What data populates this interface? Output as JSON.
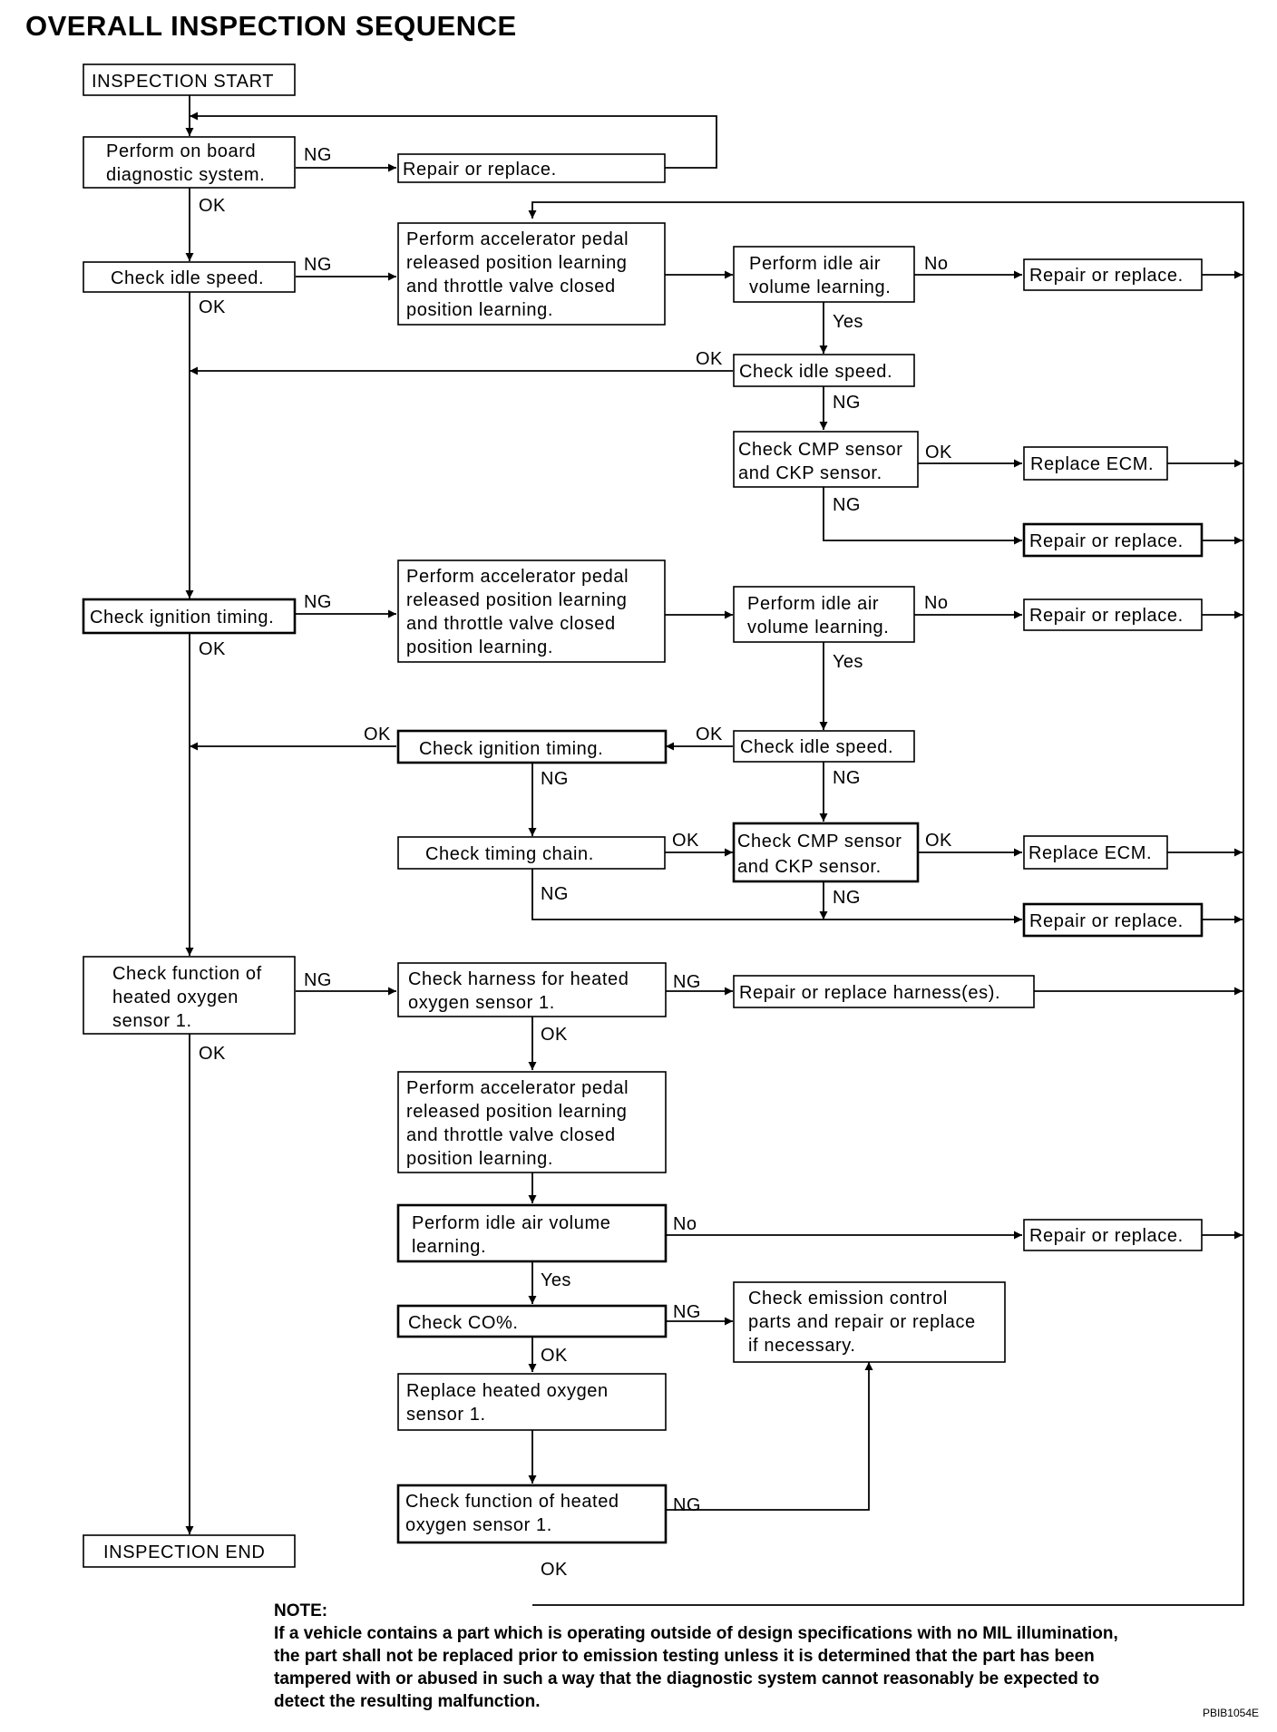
{
  "title": "OVERALL INSPECTION SEQUENCE",
  "boxes": {
    "inspection_start": [
      "INSPECTION START"
    ],
    "obd": [
      "Perform on board",
      "diagnostic system."
    ],
    "repair_top": [
      "Repair or replace."
    ],
    "check_idle_1": [
      "Check idle speed."
    ],
    "accel_learn_1": [
      "Perform accelerator pedal",
      "released position learning",
      "and throttle valve closed",
      "position learning."
    ],
    "idle_air_1": [
      "Perform idle air",
      "volume learning."
    ],
    "repair_1": [
      "Repair or replace."
    ],
    "check_idle_2": [
      "Check idle speed."
    ],
    "cmp_ckp_1": [
      "Check CMP sensor",
      "and CKP sensor."
    ],
    "replace_ecm_1": [
      "Replace ECM."
    ],
    "repair_2": [
      "Repair or replace."
    ],
    "check_ign_1": [
      "Check ignition timing."
    ],
    "accel_learn_2": [
      "Perform accelerator pedal",
      "released position learning",
      "and throttle valve closed",
      "position learning."
    ],
    "idle_air_2": [
      "Perform idle air",
      "volume learning."
    ],
    "repair_3": [
      "Repair or replace."
    ],
    "check_ign_2": [
      "Check ignition timing."
    ],
    "check_idle_3": [
      "Check idle speed."
    ],
    "timing_chain": [
      "Check timing chain."
    ],
    "cmp_ckp_2": [
      "Check CMP sensor",
      "and CKP sensor."
    ],
    "replace_ecm_2": [
      "Replace ECM."
    ],
    "repair_4": [
      "Repair or replace."
    ],
    "check_ho2s_1": [
      "Check function of",
      "heated oxygen",
      "sensor 1."
    ],
    "check_harness": [
      "Check harness for heated",
      "oxygen sensor 1."
    ],
    "repair_harness": [
      "Repair or replace harness(es)."
    ],
    "accel_learn_3": [
      "Perform accelerator pedal",
      "released position learning",
      "and throttle valve closed",
      "position learning."
    ],
    "idle_air_3": [
      "Perform idle air volume",
      "learning."
    ],
    "repair_5": [
      "Repair or replace."
    ],
    "check_co": [
      "Check CO%."
    ],
    "emission": [
      "Check emission control",
      "parts and repair or replace",
      "if necessary."
    ],
    "replace_ho2s": [
      "Replace heated oxygen",
      "sensor 1."
    ],
    "check_ho2s_2": [
      "Check function of heated",
      "oxygen sensor 1."
    ],
    "inspection_end": [
      "INSPECTION END"
    ]
  },
  "labels": {
    "ng": "NG",
    "ok": "OK",
    "no": "No",
    "yes": "Yes"
  },
  "note": {
    "heading": "NOTE:",
    "lines": [
      "If a vehicle contains a part which is operating outside of design specifications with no MIL illumination,",
      "the part shall not be replaced prior to emission testing unless it is determined that the part has been",
      "tampered with or abused in such a way that the diagnostic system cannot reasonably be expected to",
      "detect the resulting malfunction."
    ]
  },
  "figure_code": "PBIB1054E"
}
